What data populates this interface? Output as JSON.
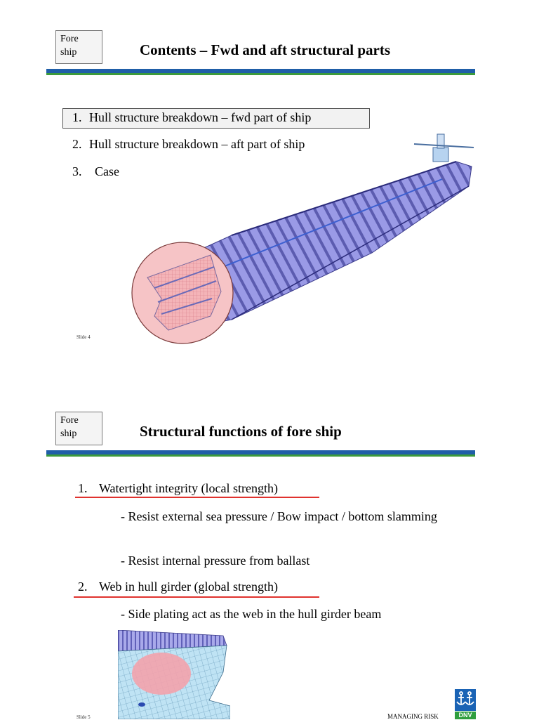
{
  "slide1": {
    "tag_line1": "Fore",
    "tag_line2": "ship",
    "title": "Contents – Fwd and aft structural parts",
    "items": [
      {
        "num": "1.",
        "text": "Hull structure breakdown – fwd part of ship"
      },
      {
        "num": "2.",
        "text": "Hull structure breakdown – aft part of ship"
      },
      {
        "num": "3.",
        "text": "Case"
      }
    ],
    "slide_number": "Slide 4"
  },
  "slide2": {
    "tag_line1": "Fore",
    "tag_line2": "ship",
    "title": "Structural functions of fore ship",
    "item1": {
      "num": "1.",
      "text": "Watertight integrity (local strength)"
    },
    "item1_sub1": "- Resist external sea pressure / Bow impact / bottom slamming",
    "item1_sub2": "- Resist internal pressure from ballast",
    "item2": {
      "num": "2.",
      "text": "Web in hull girder (global strength)"
    },
    "item2_sub1": "- Side plating act as the web in the hull girder beam",
    "slide_number": "Slide 5",
    "footer_text": "MANAGING RISK",
    "logo_text": "DNV"
  },
  "colors": {
    "rule_blue": "#1f5ea8",
    "rule_green": "#3b9a3c",
    "underline_red": "#e0322e",
    "hull_purple": "#8f8fe0",
    "highlight_pink": "#f0a0a8"
  }
}
